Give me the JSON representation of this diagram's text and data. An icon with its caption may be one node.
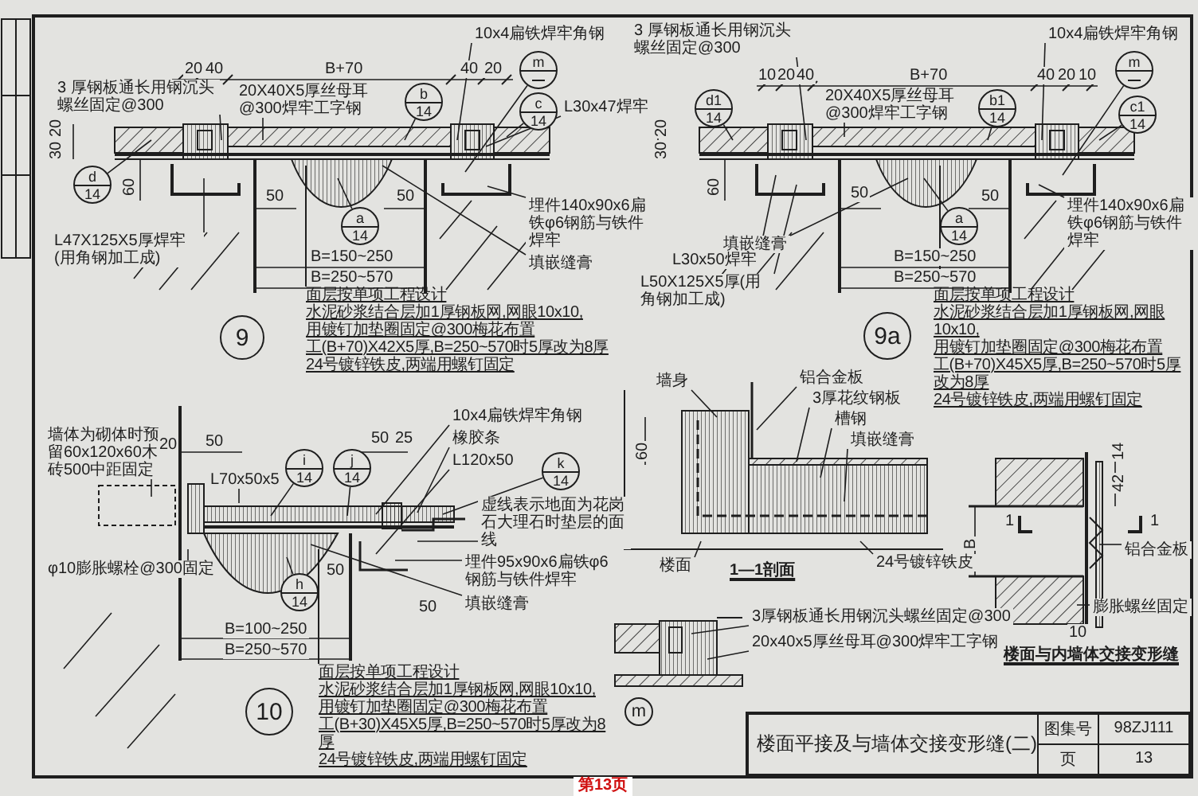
{
  "diagram": {
    "title": "楼面平接及与墙体交接变形缝(二)",
    "nodes": [
      {
        "text": [
          "3 厚钢板通长用钢沉头螺丝固定@300"
        ]
      },
      {
        "text": [
          "20X40X5厚丝母耳@300焊牢工字钢"
        ]
      },
      {
        "text": [
          "10x4扁铁焊牢角钢"
        ]
      },
      {
        "text": [
          "m"
        ]
      },
      {
        "text": [
          "b",
          "14"
        ]
      },
      {
        "text": [
          "c",
          "14"
        ]
      },
      {
        "text": [
          "L30x47焊牢"
        ]
      },
      {
        "text": [
          "d",
          "14"
        ]
      },
      {
        "text": [
          "a",
          "14"
        ]
      },
      {
        "text": [
          "L47X125X5厚焊牢(用角钢加工成)"
        ]
      },
      {
        "text": [
          "埋件140x90x6扁铁φ6钢筋与铁件焊牢"
        ]
      },
      {
        "text": [
          "填嵌缝膏"
        ]
      },
      {
        "text": [
          "3 厚钢板通长用钢沉头螺丝固定@300"
        ]
      },
      {
        "text": [
          "20X40X5厚丝母耳@300焊牢工字钢"
        ]
      },
      {
        "text": [
          "10x4扁铁焊牢角钢"
        ]
      },
      {
        "text": [
          "m"
        ]
      },
      {
        "text": [
          "d1",
          "14"
        ]
      },
      {
        "text": [
          "b1",
          "14"
        ]
      },
      {
        "text": [
          "c1",
          "14"
        ]
      },
      {
        "text": [
          "a",
          "14"
        ]
      },
      {
        "text": [
          "填嵌缝膏"
        ]
      },
      {
        "text": [
          "埋件140x90x6扁铁φ6钢筋与铁件焊牢"
        ]
      },
      {
        "text": [
          "L30x50焊牢"
        ]
      },
      {
        "text": [
          "L50X125X5厚(用角钢加工成)"
        ]
      },
      {
        "text": [
          "墙体为砌体时预留60x120x60木砖500中距固定"
        ]
      },
      {
        "text": [
          "L70x50x5"
        ]
      },
      {
        "text": [
          "i",
          "14"
        ]
      },
      {
        "text": [
          "j",
          "14"
        ]
      },
      {
        "text": [
          "10x4扁铁焊牢角钢"
        ]
      },
      {
        "text": [
          "橡胶条"
        ]
      },
      {
        "text": [
          "L120x50"
        ]
      },
      {
        "text": [
          "k",
          "14"
        ]
      },
      {
        "text": [
          "虚线表示地面为花岗石大理石时垫层的面线"
        ]
      },
      {
        "text": [
          "φ10膨胀螺栓@300固定"
        ]
      },
      {
        "text": [
          "埋件95x90x6扁铁φ6钢筋与铁件焊牢"
        ]
      },
      {
        "text": [
          "填嵌缝膏"
        ]
      },
      {
        "text": [
          "h",
          "14"
        ]
      },
      {
        "text": [
          "墙身"
        ]
      },
      {
        "text": [
          "铝合金板"
        ]
      },
      {
        "text": [
          "3厚花纹钢板"
        ]
      },
      {
        "text": [
          "槽钢"
        ]
      },
      {
        "text": [
          "填嵌缝膏"
        ]
      },
      {
        "text": [
          "楼面"
        ]
      },
      {
        "text": [
          "24号镀锌铁皮"
        ]
      },
      {
        "text": [
          "铝合金板"
        ]
      },
      {
        "text": [
          "膨胀螺丝固定"
        ]
      },
      {
        "text": [
          "3厚钢板通长用钢沉头螺丝固定@300"
        ]
      },
      {
        "text": [
          "20x40x5厚丝母耳@300焊牢工字钢"
        ]
      },
      {
        "text": [
          "9"
        ]
      },
      {
        "text": [
          "9a"
        ]
      },
      {
        "text": [
          "10"
        ]
      },
      {
        "text": [
          "m"
        ]
      }
    ],
    "edges": [
      {
        "from": 0,
        "to": null,
        "arrow": "none"
      },
      {
        "from": 1,
        "to": null,
        "arrow": "none"
      },
      {
        "from": 2,
        "to": null,
        "arrow": "none"
      },
      {
        "from": 3,
        "to": null,
        "arrow": "none"
      },
      {
        "from": 4,
        "to": null,
        "arrow": "none"
      },
      {
        "from": 5,
        "to": null,
        "arrow": "none"
      },
      {
        "from": 6,
        "to": null,
        "arrow": "none"
      },
      {
        "from": 7,
        "to": null,
        "arrow": "none"
      },
      {
        "from": 8,
        "to": null,
        "arrow": "none"
      },
      {
        "from": 9,
        "to": null,
        "arrow": "none"
      },
      {
        "from": 10,
        "to": null,
        "arrow": "none"
      },
      {
        "from": 11,
        "to": null,
        "arrow": "none"
      },
      {
        "from": 12,
        "to": null,
        "arrow": "none"
      },
      {
        "from": 13,
        "to": null,
        "arrow": "none"
      },
      {
        "from": 14,
        "to": null,
        "arrow": "none"
      },
      {
        "from": 15,
        "to": null,
        "arrow": "none"
      },
      {
        "from": 16,
        "to": null,
        "arrow": "none"
      },
      {
        "from": 17,
        "to": null,
        "arrow": "none"
      },
      {
        "from": 18,
        "to": null,
        "arrow": "none"
      },
      {
        "from": 19,
        "to": null,
        "arrow": "none"
      },
      {
        "from": 20,
        "to": null,
        "arrow": "none"
      },
      {
        "from": 21,
        "to": null,
        "arrow": "none"
      },
      {
        "from": 22,
        "to": null,
        "arrow": "none"
      },
      {
        "from": 23,
        "to": null,
        "arrow": "none"
      },
      {
        "from": 24,
        "to": null,
        "arrow": "none"
      },
      {
        "from": 25,
        "to": null,
        "arrow": "none"
      },
      {
        "from": 26,
        "to": null,
        "arrow": "none"
      },
      {
        "from": 27,
        "to": null,
        "arrow": "none"
      },
      {
        "from": 28,
        "to": null,
        "arrow": "none"
      },
      {
        "from": 29,
        "to": null,
        "arrow": "none"
      },
      {
        "from": 30,
        "to": null,
        "arrow": "none"
      },
      {
        "from": 31,
        "to": null,
        "arrow": "none"
      },
      {
        "from": 32,
        "to": null,
        "arrow": "none"
      },
      {
        "from": 33,
        "to": null,
        "arrow": "none"
      },
      {
        "from": 34,
        "to": null,
        "arrow": "none"
      },
      {
        "from": 35,
        "to": null,
        "arrow": "none"
      },
      {
        "from": 36,
        "to": null,
        "arrow": "none"
      },
      {
        "from": 37,
        "to": null,
        "arrow": "none"
      },
      {
        "from": 38,
        "to": null,
        "arrow": "none"
      },
      {
        "from": 39,
        "to": null,
        "arrow": "none"
      },
      {
        "from": 40,
        "to": null,
        "arrow": "none"
      },
      {
        "from": 41,
        "to": null,
        "arrow": "none"
      },
      {
        "from": 42,
        "to": null,
        "arrow": "none"
      },
      {
        "from": 43,
        "to": null,
        "arrow": "none"
      },
      {
        "from": 44,
        "to": null,
        "arrow": "none"
      },
      {
        "from": 45,
        "to": null,
        "arrow": "none"
      },
      {
        "from": 46,
        "to": null,
        "arrow": "none"
      },
      {
        "from": 47,
        "to": null,
        "arrow": "none"
      }
    ],
    "labels": [
      "20",
      "40",
      "B+70",
      "40",
      "20",
      "30",
      "20",
      "60",
      "50",
      "50",
      "B=150~250",
      "B=250~570",
      "面层按单项工程设计",
      "水泥砂浆结合层加1厚钢板网,网眼10x10,",
      "用镀钉加垫圈固定@300梅花布置",
      "工(B+70)X42X5厚,B=250~570时5厚改为8厚",
      "24号镀锌铁皮,两端用螺钉固定",
      "10",
      "20",
      "40",
      "B+70",
      "40",
      "20",
      "10",
      "30",
      "20",
      "60",
      "50",
      "50",
      "B=150~250",
      "B=250~570",
      "面层按单项工程设计",
      "水泥砂浆结合层加1厚钢板网,网眼10x10,",
      "用镀钉加垫圈固定@300梅花布置",
      "工(B+70)X45X5厚,B=250~570时5厚改为8厚",
      "24号镀锌铁皮,两端用螺钉固定",
      "20",
      "50",
      "50",
      "25",
      "50",
      "50",
      "B=100~250",
      "B=250~570",
      "面层按单项工程设计",
      "水泥砂浆结合层加1厚钢板网,网眼10x10,",
      "用镀钉加垫圈固定@300梅花布置",
      "工(B+30)X45X5厚,B=250~570时5厚改为8厚",
      "24号镀锌铁皮,两端用螺钉固定",
      "60",
      "1—1剖面",
      "14",
      "42",
      "B",
      "1",
      "1",
      "10",
      "楼面与内墙体交接变形缝",
      "图集号",
      "98ZJ111",
      "页",
      "13",
      "第13页"
    ]
  }
}
